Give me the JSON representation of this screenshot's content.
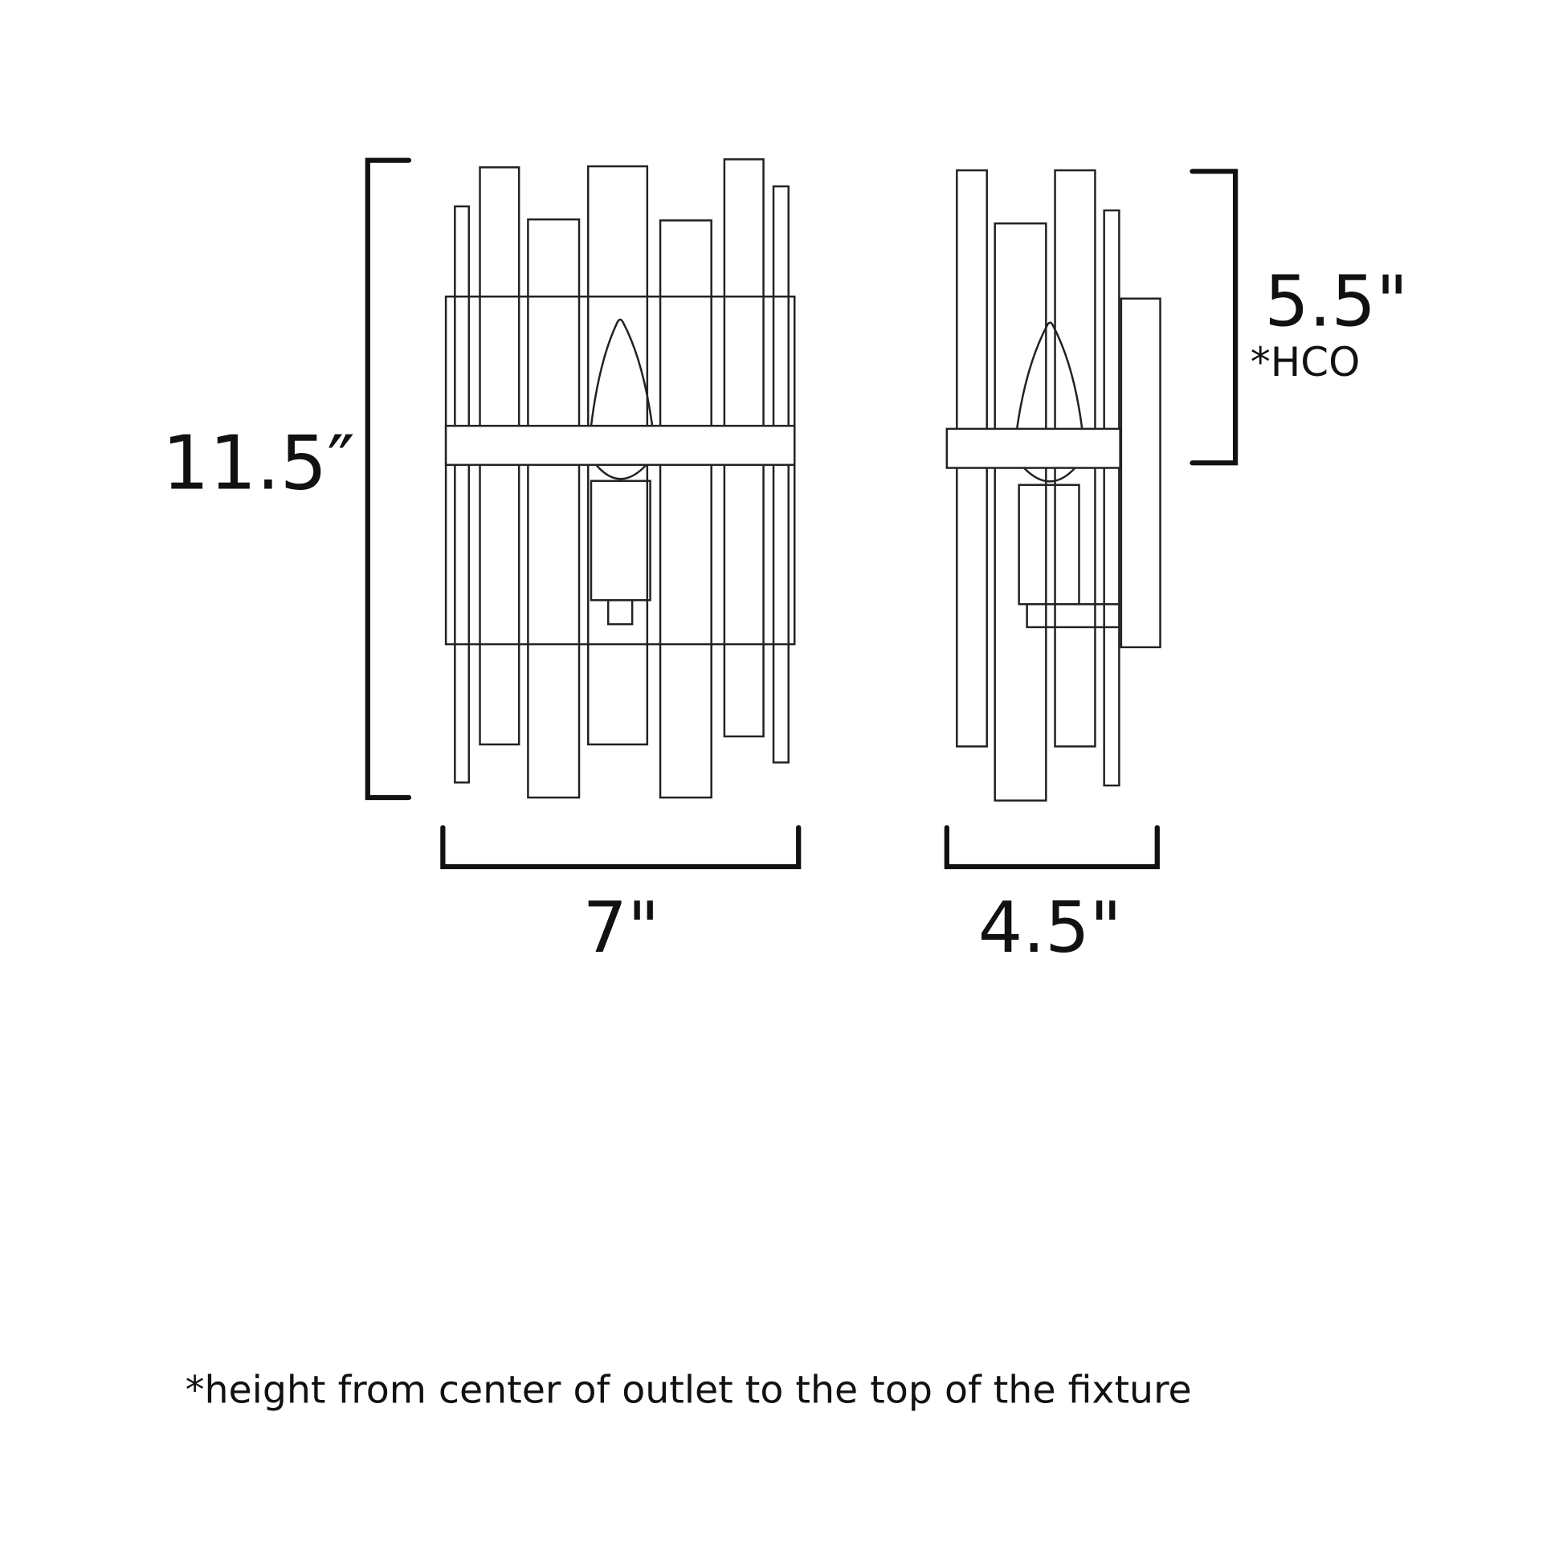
{
  "front_view": {
    "height_label": "11.5″",
    "width_label": "7\""
  },
  "side_view": {
    "hco_label": "5.5\"",
    "hco_note": "*HCO",
    "depth_label": "4.5\""
  },
  "footnote": "*height from center of outlet to the top of the fixture",
  "colors": {
    "line": "#222222",
    "background": "#ffffff"
  }
}
